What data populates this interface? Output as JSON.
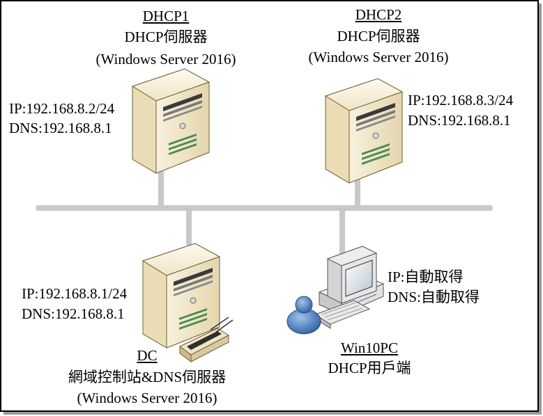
{
  "nodes": {
    "dhcp1": {
      "name": "DHCP1",
      "role": "DHCP伺服器",
      "os": "(Windows Server 2016)",
      "ip": "IP:192.168.8.2/24",
      "dns": "DNS:192.168.8.1",
      "icon": "server-tower-icon"
    },
    "dhcp2": {
      "name": "DHCP2",
      "role": "DHCP伺服器",
      "os": "(Windows Server 2016)",
      "ip": "IP:192.168.8.3/24",
      "dns": "DNS:192.168.8.1",
      "icon": "server-tower-icon"
    },
    "dc": {
      "name": "DC",
      "role": "網域控制站&DNS伺服器",
      "os": "(Windows Server 2016)",
      "ip": "IP:192.168.8.1/24",
      "dns": "DNS:192.168.8.1",
      "icon": "server-tower-with-network-switch-icon"
    },
    "client": {
      "name": "Win10PC",
      "role": "DHCP用戶端",
      "ip": "IP:自動取得",
      "dns": "DNS:自動取得",
      "icon": "desktop-workstation-with-user-icon"
    }
  },
  "colors": {
    "bus": "#c8c8c8",
    "server_front": "#f3ead1",
    "server_side": "#cdbb8c",
    "server_top": "#faf5e6",
    "frame": "#000000"
  }
}
